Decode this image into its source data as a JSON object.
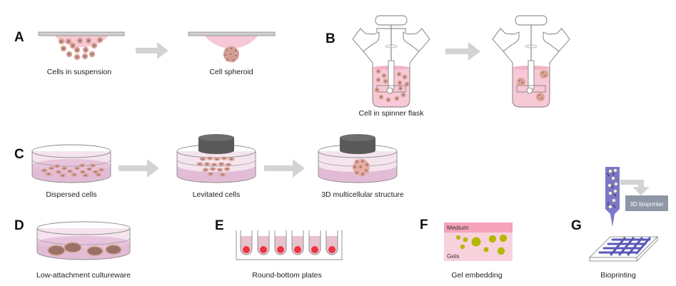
{
  "figure": {
    "panels": [
      {
        "id": "A",
        "label": "A",
        "captions": [
          "Cells in suspension",
          "Cell spheroid"
        ]
      },
      {
        "id": "B",
        "label": "B",
        "captions": [
          "Cell in spinner flask"
        ]
      },
      {
        "id": "C",
        "label": "C",
        "captions": [
          "Dispersed cells",
          "Levitated cells",
          "3D multicellular structure"
        ]
      },
      {
        "id": "D",
        "label": "D",
        "captions": [
          "Low-attachment cultureware"
        ]
      },
      {
        "id": "E",
        "label": "E",
        "captions": [
          "Round-bottom plates"
        ],
        "well_count": 6
      },
      {
        "id": "F",
        "label": "F",
        "captions": [
          "Gel embedding"
        ],
        "layer_labels": [
          "Medium",
          "Gels"
        ]
      },
      {
        "id": "G",
        "label": "G",
        "captions": [
          "Bioprinting"
        ],
        "device_label": "3D bioprinter"
      }
    ],
    "colors": {
      "medium_pink": "#f7c9d6",
      "cell_fill": "#d9a394",
      "cell_nucleus": "#a0707a",
      "arrow_gray": "#d3d3d3",
      "magnet_dark": "#595959",
      "well_red": "#ee3344",
      "gel_green": "#b5b800",
      "medium_band": "#f4a3bb",
      "bioink_purple": "#7b78c9",
      "printer_box": "#8e97a6"
    }
  }
}
